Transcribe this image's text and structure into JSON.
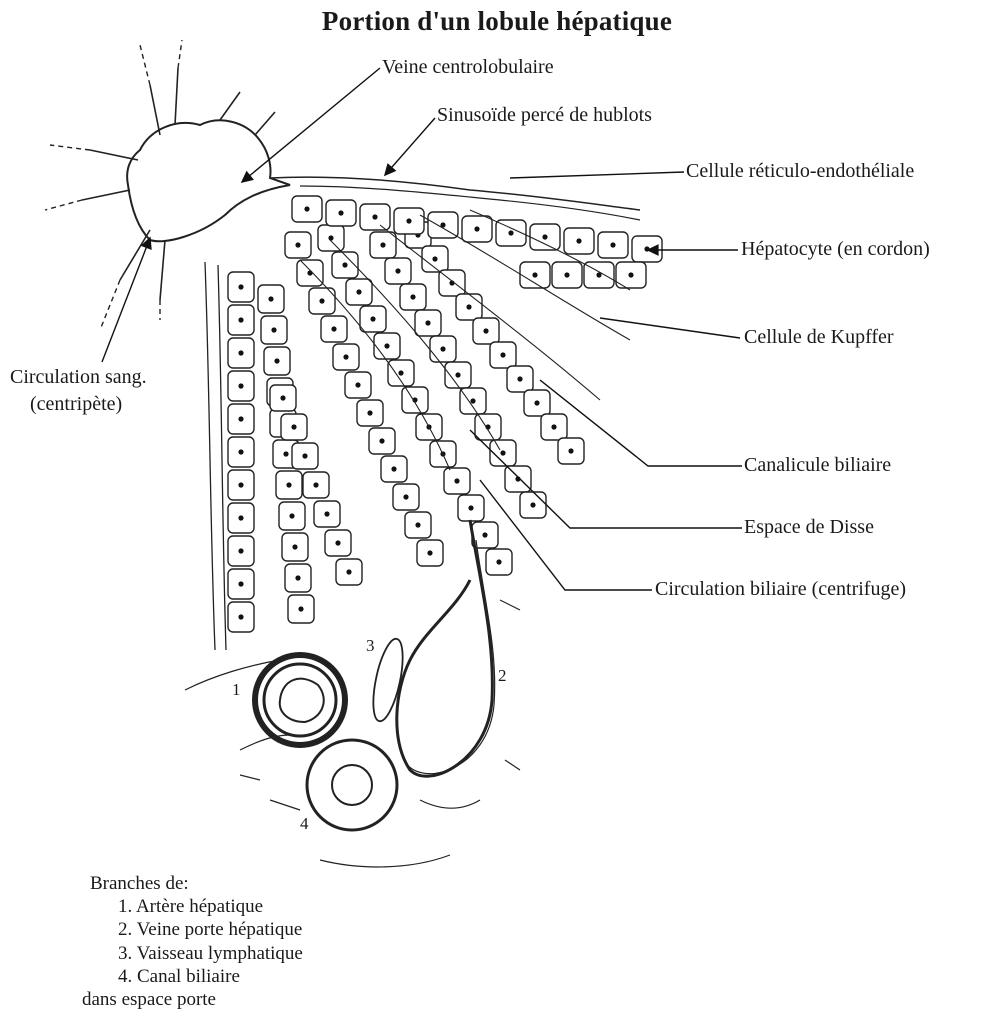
{
  "title": "Portion d'un lobule hépatique",
  "labels": {
    "central_vein": "Veine centrolobulaire",
    "sinusoid": "Sinusoïde percé de hublots",
    "reticulo_endothelial": "Cellule réticulo-endothéliale",
    "hepatocyte": "Hépatocyte (en cordon)",
    "kupffer": "Cellule de Kupffer",
    "blood_circulation_line1": "Circulation sang.",
    "blood_circulation_line2": "(centripète)",
    "bile_canaliculus": "Canalicule biliaire",
    "disse_space": "Espace de Disse",
    "bile_circulation": "Circulation biliaire (centrifuge)"
  },
  "numbers": {
    "n1": "1",
    "n2": "2",
    "n3": "3",
    "n4": "4"
  },
  "legend": {
    "heading": "Branches de:",
    "items": [
      "1. Artère hépatique",
      "2. Veine porte hépatique",
      "3. Vaisseau lymphatique",
      "4. Canal biliaire"
    ],
    "footer": "dans espace porte"
  }
}
